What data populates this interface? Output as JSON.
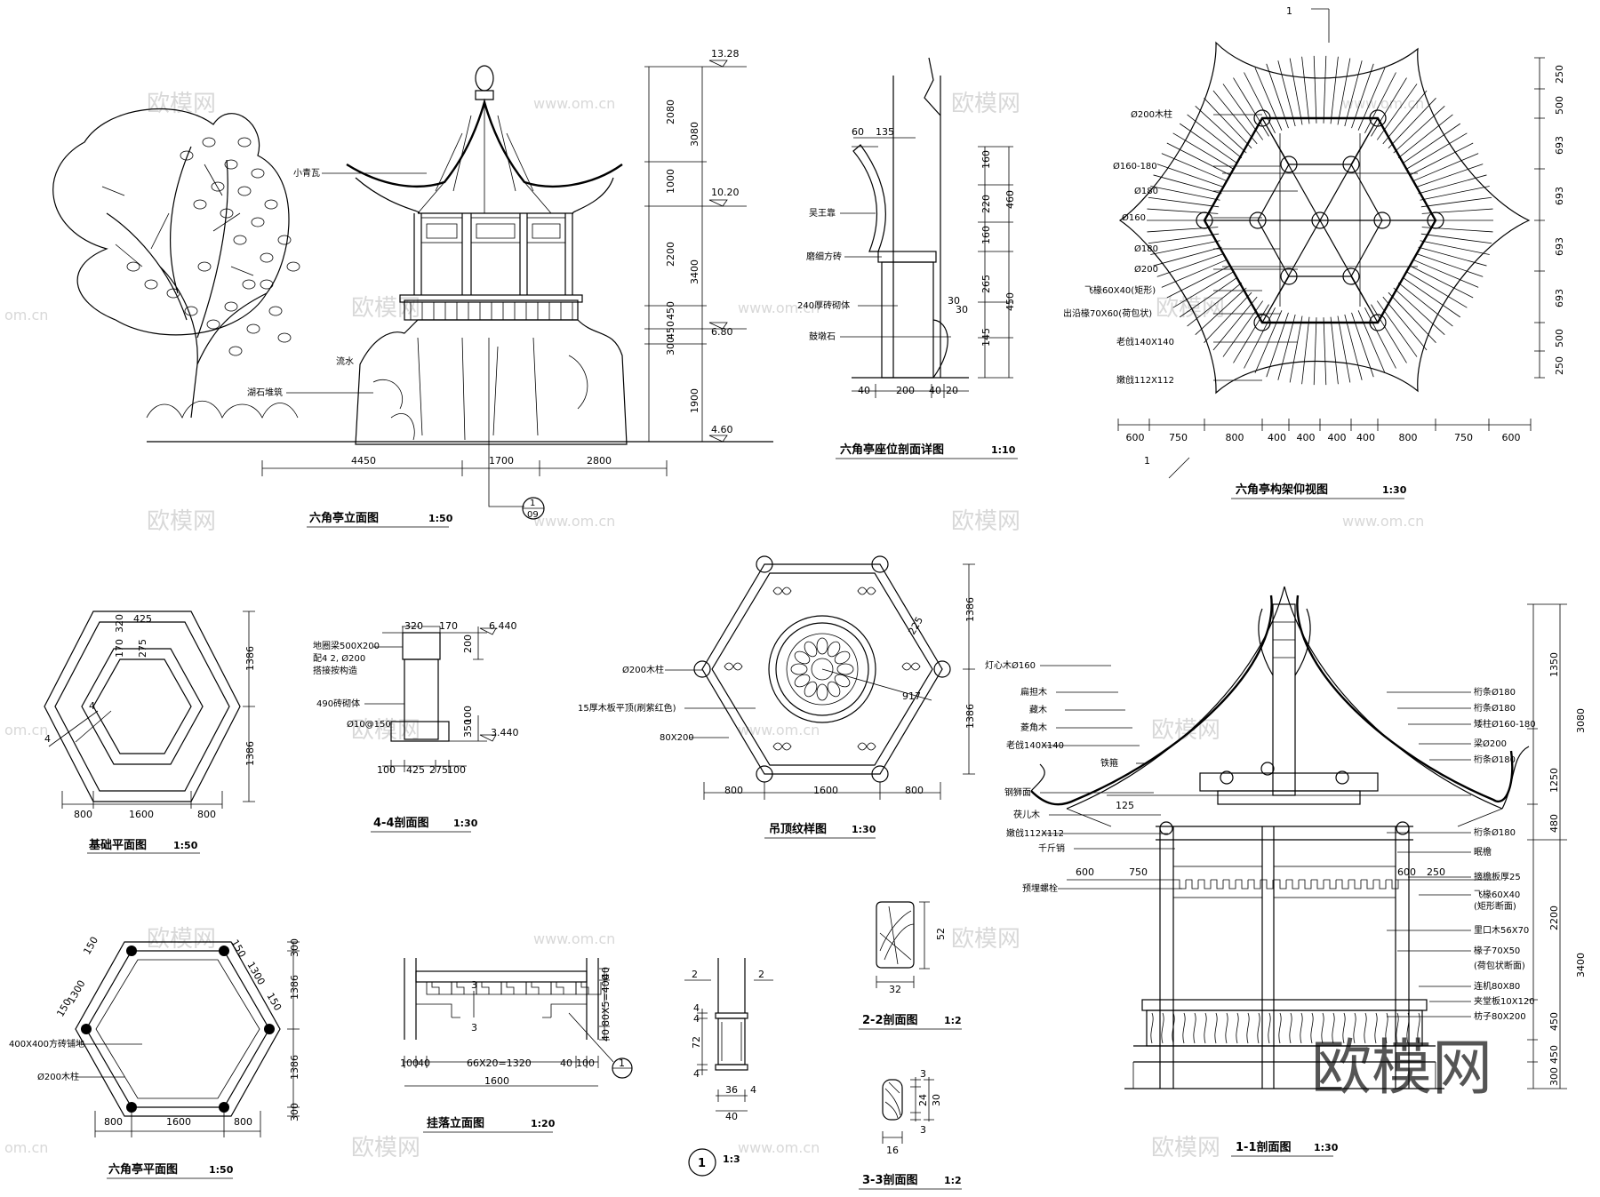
{
  "watermark": {
    "cn": "欧模网",
    "url": "www.om.cn",
    "url_short": "om.cn",
    "logo": "欧模网"
  },
  "drawings": {
    "elevation": {
      "title": "六角亭立面图",
      "scale": "1:50",
      "labels": [
        "小青瓦",
        "湖石堆筑",
        "流水"
      ],
      "elev": [
        "13.28",
        "10.20",
        "6.80",
        "4.60"
      ],
      "vdims": [
        "2080",
        "1000",
        "2200",
        "450",
        "300",
        "450",
        "3080",
        "3400",
        "1900"
      ],
      "hdims": [
        "4450",
        "1700",
        "2800"
      ],
      "callout": {
        "num": "1",
        "sheet": "09"
      }
    },
    "seat": {
      "title": "六角亭座位剖面详图",
      "scale": "1:10",
      "labels": [
        "吴王靠",
        "磨细方砖",
        "240厚砖砌体",
        "鼓墩石"
      ],
      "dims": [
        "60",
        "135",
        "160",
        "220",
        "160",
        "265",
        "145",
        "460",
        "450",
        "30",
        "30",
        "40",
        "200",
        "40",
        "20"
      ]
    },
    "roofplan": {
      "title": "六角亭构架仰视图",
      "scale": "1:30",
      "labels": [
        "Ø200木柱",
        "Ø160-180",
        "Ø180",
        "Ø160",
        "Ø180",
        "Ø200",
        "飞椽60X40(矩形)",
        "出沿椽70X60(荷包状)",
        "老戗140X140",
        "嫩戗112X112"
      ],
      "vdims": [
        "250",
        "500",
        "693",
        "693",
        "693",
        "693",
        "500",
        "250"
      ],
      "hdims": [
        "600",
        "750",
        "800",
        "400",
        "400",
        "400",
        "400",
        "800",
        "750",
        "600"
      ],
      "cut": "1"
    },
    "foundation": {
      "title": "基础平面图",
      "scale": "1:50",
      "marks": [
        "4",
        "4"
      ],
      "dims": [
        "320",
        "425",
        "170",
        "275",
        "1386",
        "1386",
        "800",
        "1600",
        "800"
      ]
    },
    "sec44": {
      "title": "4-4剖面图",
      "scale": "1:30",
      "labels": [
        "地圈梁500X200",
        "配4 2, Ø200",
        "搭接按构造",
        "490砖砌体",
        "Ø10@150"
      ],
      "elev": [
        "6.440",
        "3.440"
      ],
      "dims": [
        "320",
        "170",
        "200",
        "100",
        "350",
        "100",
        "425",
        "275",
        "100"
      ]
    },
    "ceiling": {
      "title": "吊顶纹样图",
      "scale": "1:30",
      "labels": [
        "Ø200木柱",
        "15厚木板平顶(刷紫红色)",
        "80X200"
      ],
      "dims": [
        "1386",
        "1386",
        "917",
        "225",
        "800",
        "1600",
        "800"
      ]
    },
    "sec11": {
      "title": "1-1剖面图",
      "scale": "1:30",
      "labels_left": [
        "灯心木Ø160",
        "扁担木",
        "藏木",
        "菱角木",
        "老戗140X140",
        "铁箍",
        "钢狮面",
        "茯儿木",
        "嫩戗112X112",
        "千斤销",
        "预埋螺栓"
      ],
      "labels_right": [
        "桁条Ø180",
        "桁条Ø180",
        "矮柱Ø160-180",
        "梁Ø200",
        "桁条Ø180",
        "桁条Ø180",
        "眠檐",
        "摘檐板厚25",
        "飞椽60X40",
        "(矩形断面)",
        "里口木56X70",
        "椽子70X50",
        "(荷包状断面)",
        "连机80X80",
        "夹堂板10X120",
        "枋子80X200"
      ],
      "vdims": [
        "1350",
        "1250",
        "480",
        "2200",
        "450",
        "450",
        "300",
        "3080",
        "3400"
      ],
      "hdims": [
        "600",
        "750",
        "600",
        "250",
        "125"
      ]
    },
    "plan": {
      "title": "六角亭平面图",
      "scale": "1:50",
      "labels": [
        "400X400方砖铺地",
        "Ø200木柱"
      ],
      "dims": [
        "150",
        "1300",
        "150",
        "150",
        "1300",
        "150",
        "300",
        "1386",
        "1386",
        "300",
        "800",
        "1600",
        "800"
      ]
    },
    "hanging": {
      "title": "挂落立面图",
      "scale": "1:20",
      "dims": [
        "100",
        "40",
        "66X20=1320",
        "40",
        "100",
        "1600",
        "40",
        "80X5=400",
        "40"
      ],
      "marks": [
        "3",
        "3",
        "1"
      ]
    },
    "detail1": {
      "mark": "1",
      "scale": "1:3",
      "marks": [
        "2",
        "2"
      ],
      "dims": [
        "4",
        "4",
        "72",
        "4",
        "36",
        "4",
        "40"
      ]
    },
    "sec22": {
      "title": "2-2剖面图",
      "scale": "1:2",
      "dims": [
        "52",
        "32"
      ]
    },
    "sec33": {
      "title": "3-3剖面图",
      "scale": "1:2",
      "dims": [
        "3",
        "24",
        "3",
        "30",
        "16"
      ]
    }
  }
}
